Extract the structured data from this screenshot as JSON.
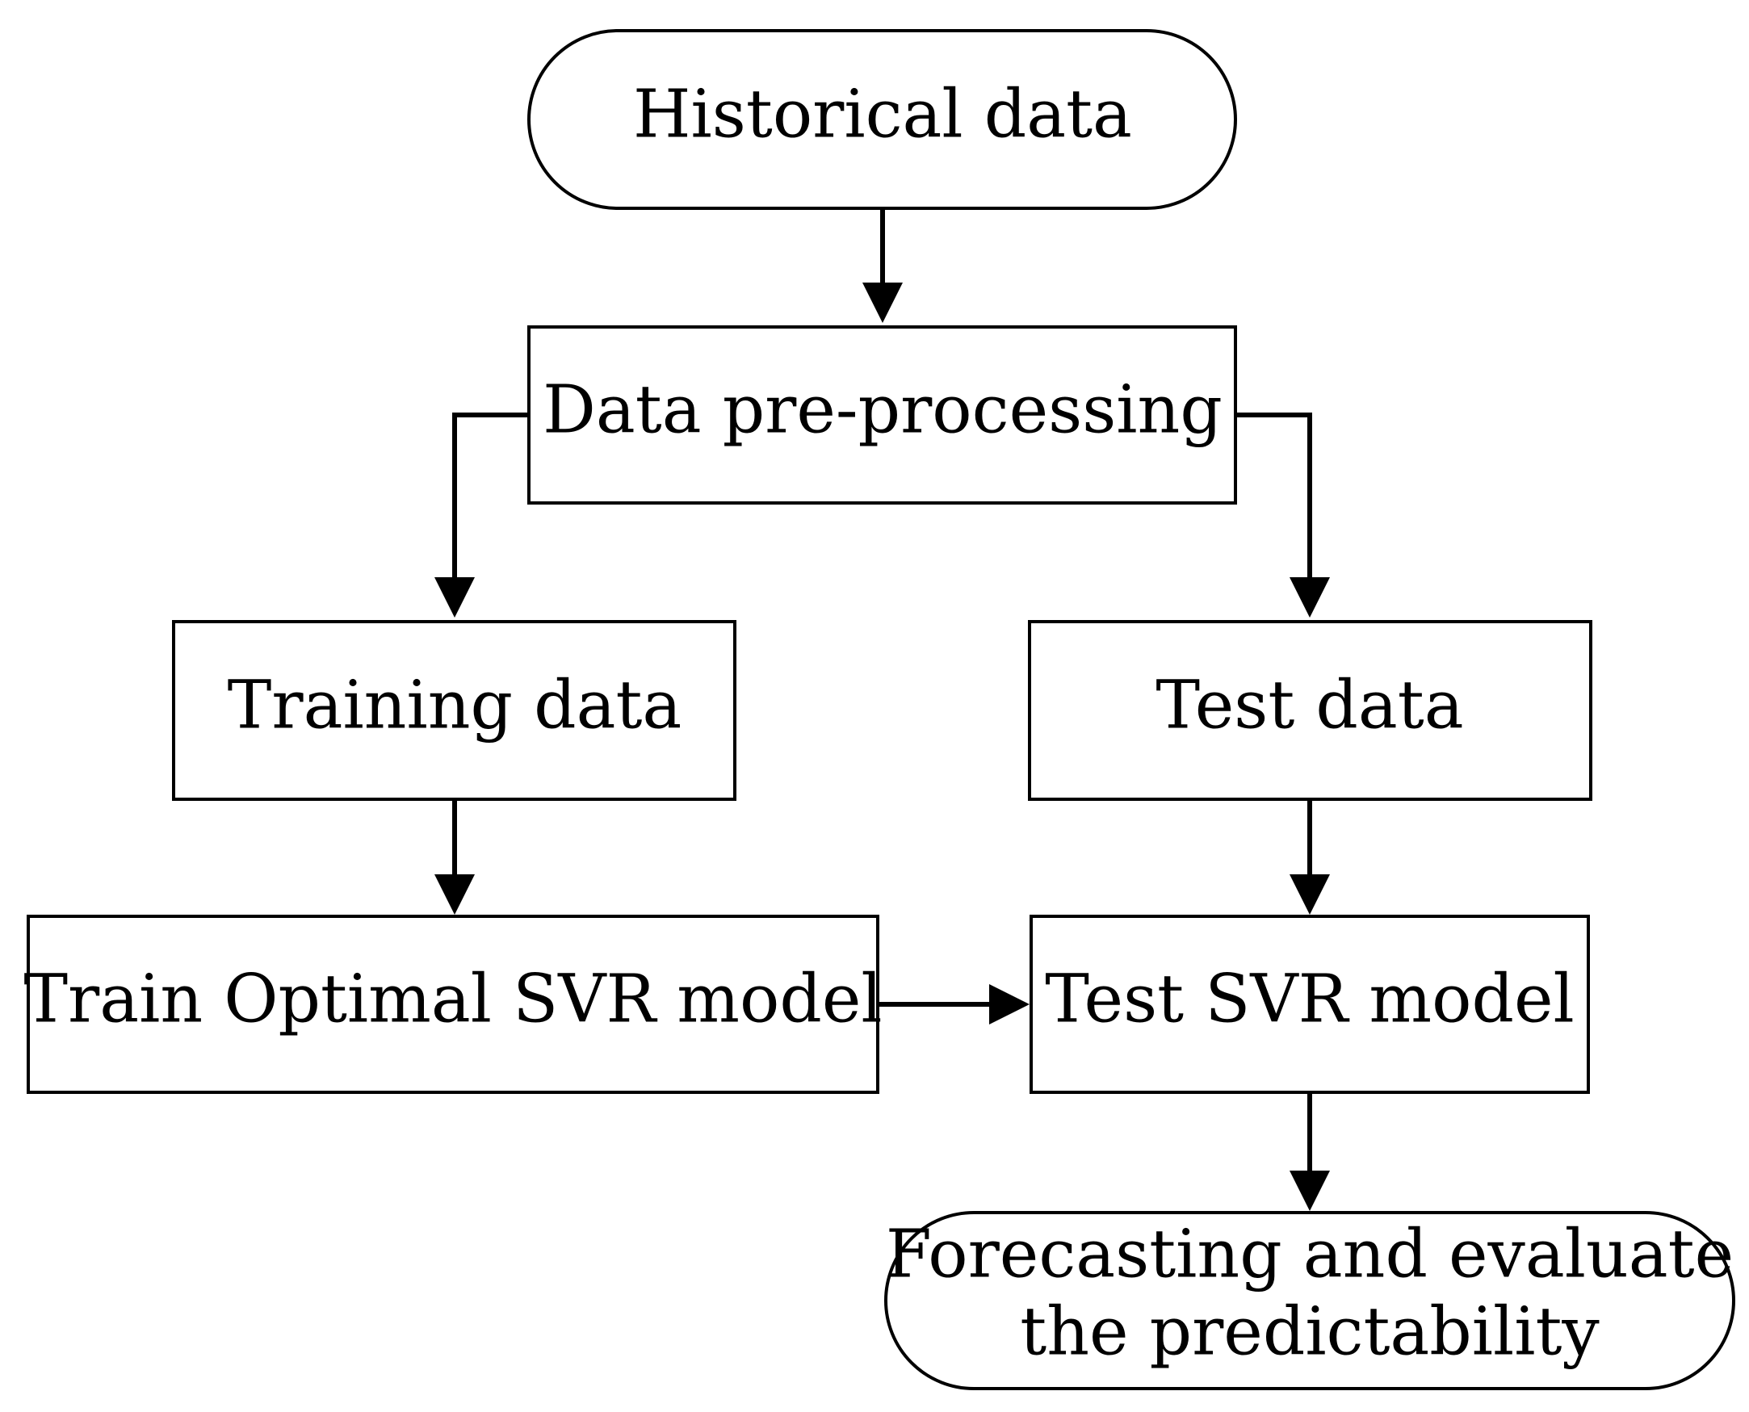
{
  "nodes": {
    "historical_data": {
      "label": "Historical data",
      "shape": "terminator"
    },
    "data_preprocessing": {
      "label": "Data pre-processing",
      "shape": "process"
    },
    "training_data": {
      "label": "Training data",
      "shape": "process"
    },
    "test_data": {
      "label": "Test data",
      "shape": "process"
    },
    "train_svr": {
      "label": "Train Optimal SVR model",
      "shape": "process"
    },
    "test_svr": {
      "label": "Test SVR model",
      "shape": "process"
    },
    "forecast": {
      "line1": "Forecasting and evaluate",
      "line2": "the predictability",
      "shape": "terminator"
    }
  },
  "edges": [
    {
      "from": "historical_data",
      "to": "data_preprocessing"
    },
    {
      "from": "data_preprocessing",
      "to": "training_data"
    },
    {
      "from": "data_preprocessing",
      "to": "test_data"
    },
    {
      "from": "training_data",
      "to": "train_svr"
    },
    {
      "from": "test_data",
      "to": "test_svr"
    },
    {
      "from": "train_svr",
      "to": "test_svr"
    },
    {
      "from": "test_svr",
      "to": "forecast"
    }
  ],
  "colors": {
    "stroke": "#000000",
    "fill": "#ffffff",
    "text": "#000000"
  }
}
